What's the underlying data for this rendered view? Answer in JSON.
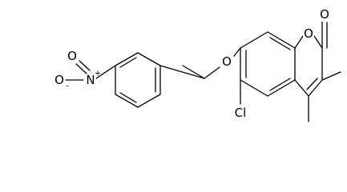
{
  "molecule": {
    "atoms": {
      "o_carbonyl": "O",
      "o_ring": "O",
      "o_ether": "O",
      "chlorine": "Cl",
      "n_nitro": "N",
      "n_plus": "+",
      "o_nitro_top": "O",
      "o_nitro_left": "O",
      "o_minus": "-"
    }
  }
}
